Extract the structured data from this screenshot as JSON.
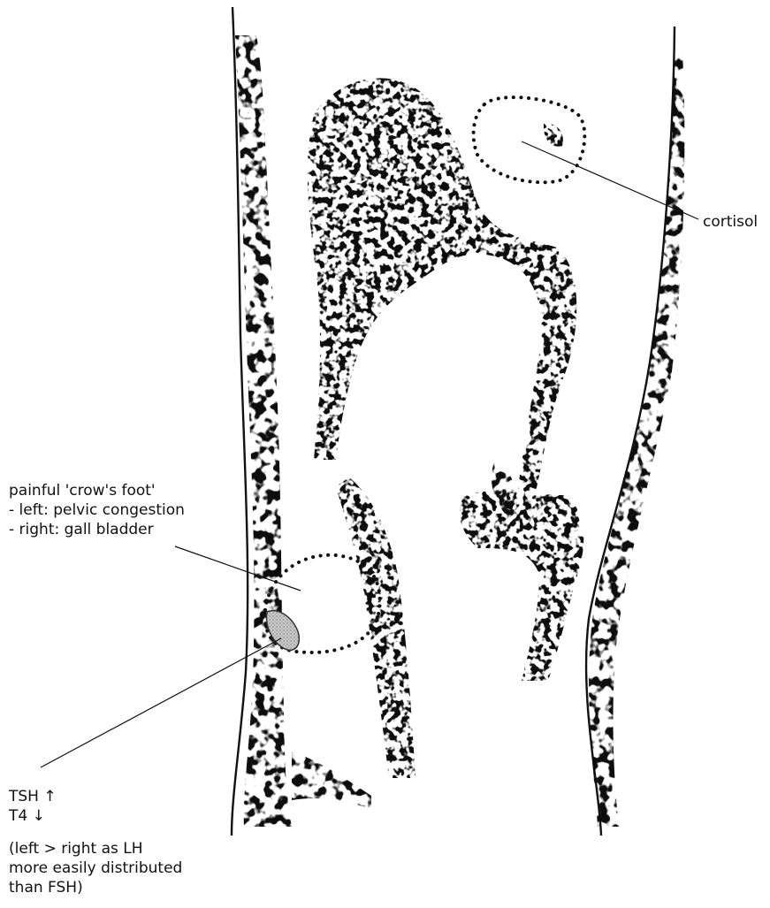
{
  "labels": {
    "cortisol": "cortisol",
    "crows_foot": {
      "title": "painful 'crow's foot'",
      "left": "- left: pelvic congestion",
      "right": "- right: gall bladder"
    },
    "thyroid": {
      "tsh": "TSH ↑",
      "t4": "T4 ↓"
    },
    "note": [
      "(left > right as LH",
      "more easily distributed",
      "than FSH)"
    ]
  },
  "colors": {
    "ink": "#111111",
    "spot_fill": "#b4b4b4",
    "background": "#ffffff"
  }
}
